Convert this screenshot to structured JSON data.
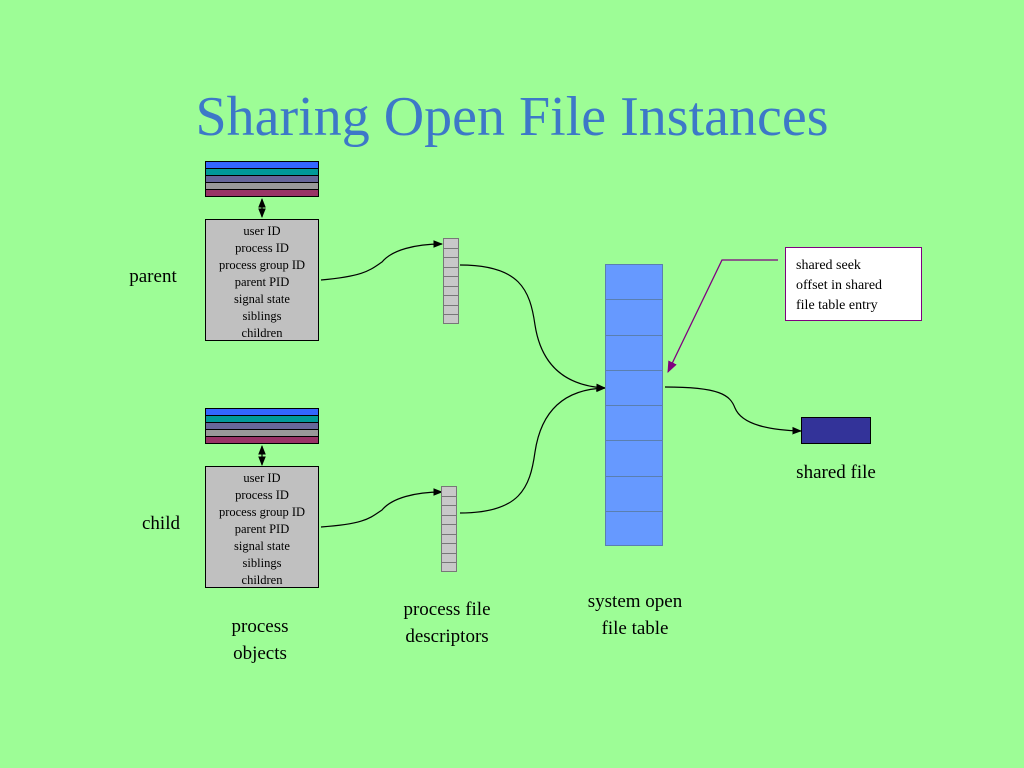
{
  "title": "Sharing Open File Instances",
  "process_fields": [
    "user ID",
    "process ID",
    "process group ID",
    "parent PID",
    "signal state",
    "siblings",
    "children"
  ],
  "parent_label": "parent",
  "child_label": "child",
  "labels": {
    "process_objects": [
      "process",
      "objects"
    ],
    "process_file_descriptors": [
      "process file",
      "descriptors"
    ],
    "system_open_file_table": [
      "system open",
      "file table"
    ],
    "shared_file": "shared file"
  },
  "callout": [
    "shared seek",
    "offset in shared",
    "file table entry"
  ],
  "colors": {
    "background": "#9dfd96",
    "title": "#3d78c8",
    "stack_stripes": [
      "#3366ff",
      "#009999",
      "#666699",
      "#999999",
      "#993366"
    ],
    "process_box": "#c0c0c0",
    "system_table": "#6699ff",
    "shared_file": "#333399",
    "callout_border": "#800080"
  }
}
